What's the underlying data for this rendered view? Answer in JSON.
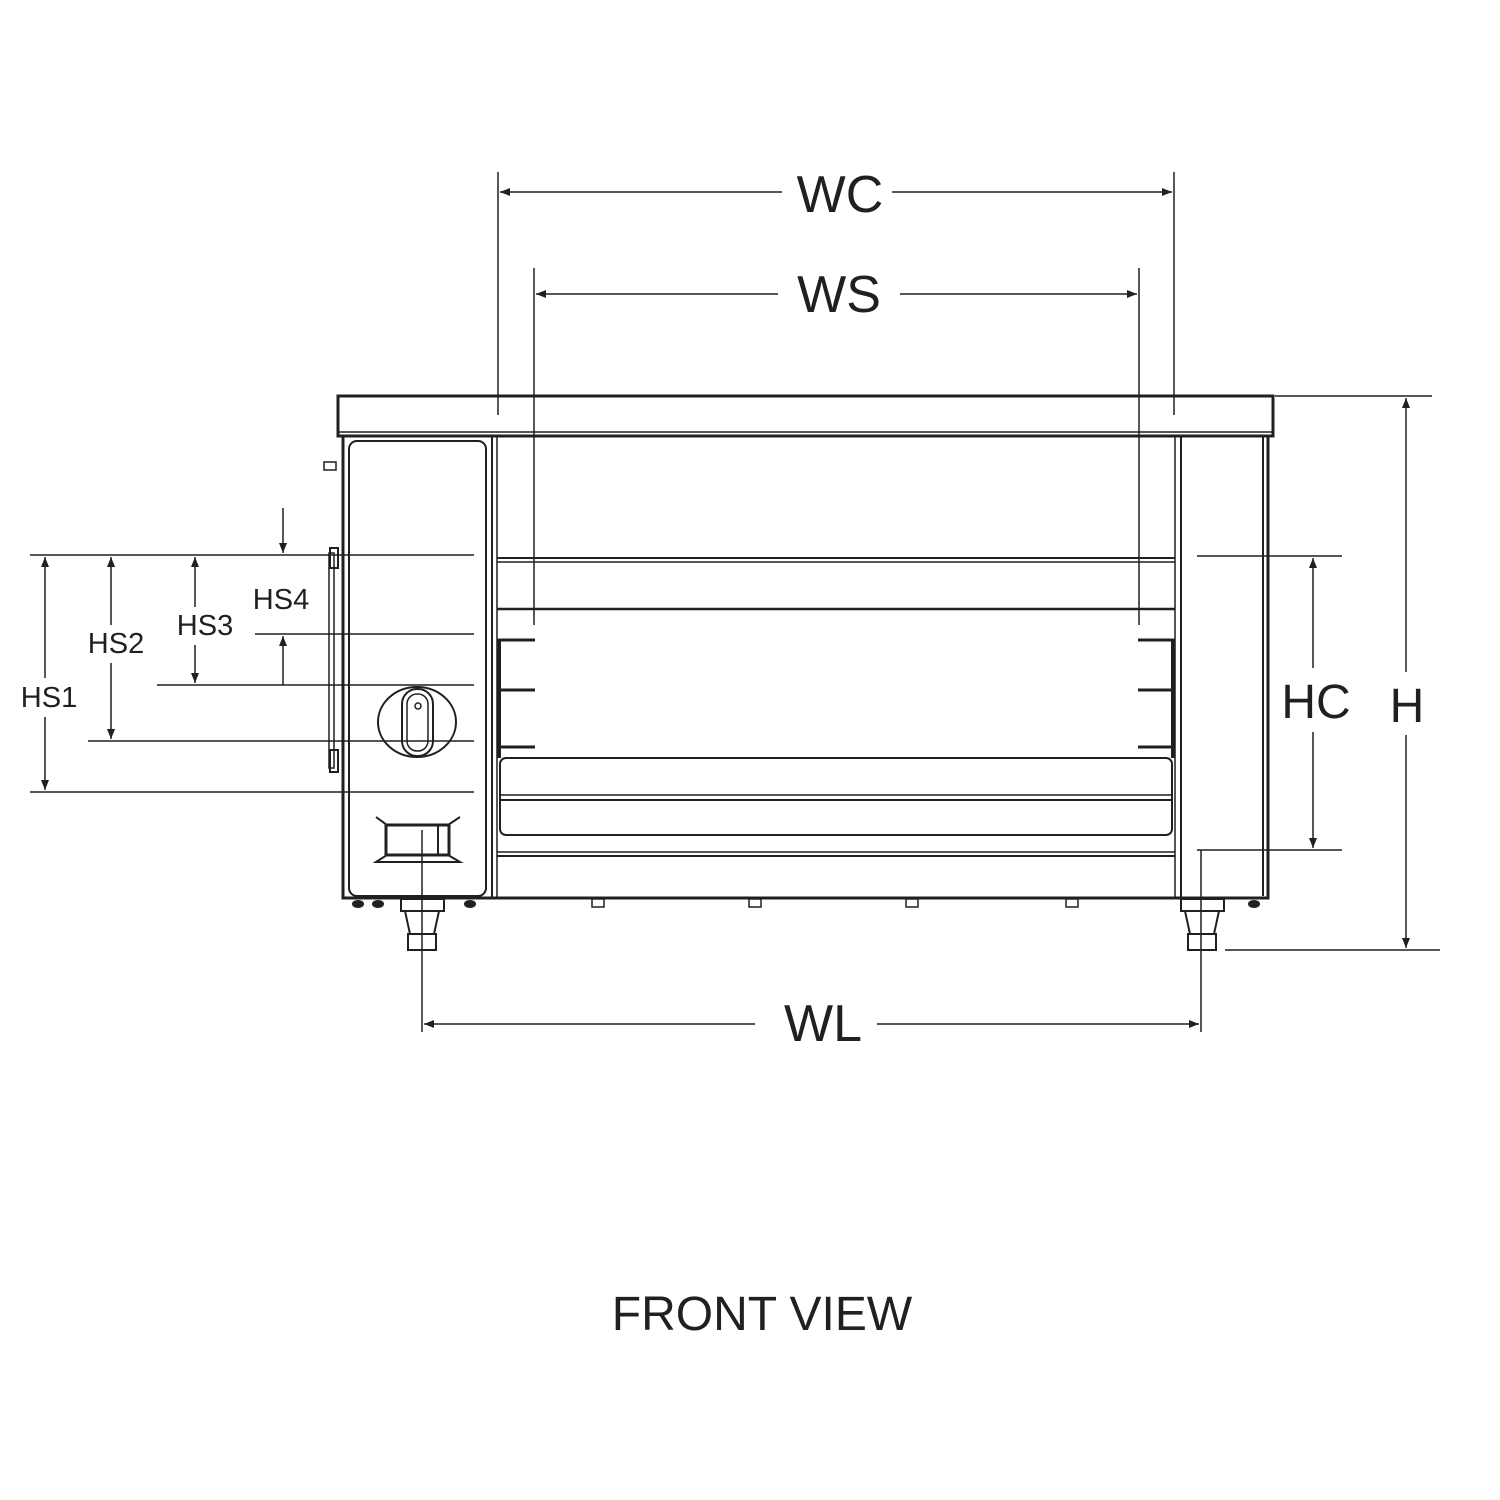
{
  "diagram": {
    "title": "FRONT VIEW",
    "dimensions": {
      "wc": "WC",
      "ws": "WS",
      "wl": "WL",
      "h": "H",
      "hc": "HC",
      "hs1": "HS1",
      "hs2": "HS2",
      "hs3": "HS3",
      "hs4": "HS4"
    },
    "colors": {
      "line": "#231f20",
      "background": "#ffffff"
    }
  }
}
